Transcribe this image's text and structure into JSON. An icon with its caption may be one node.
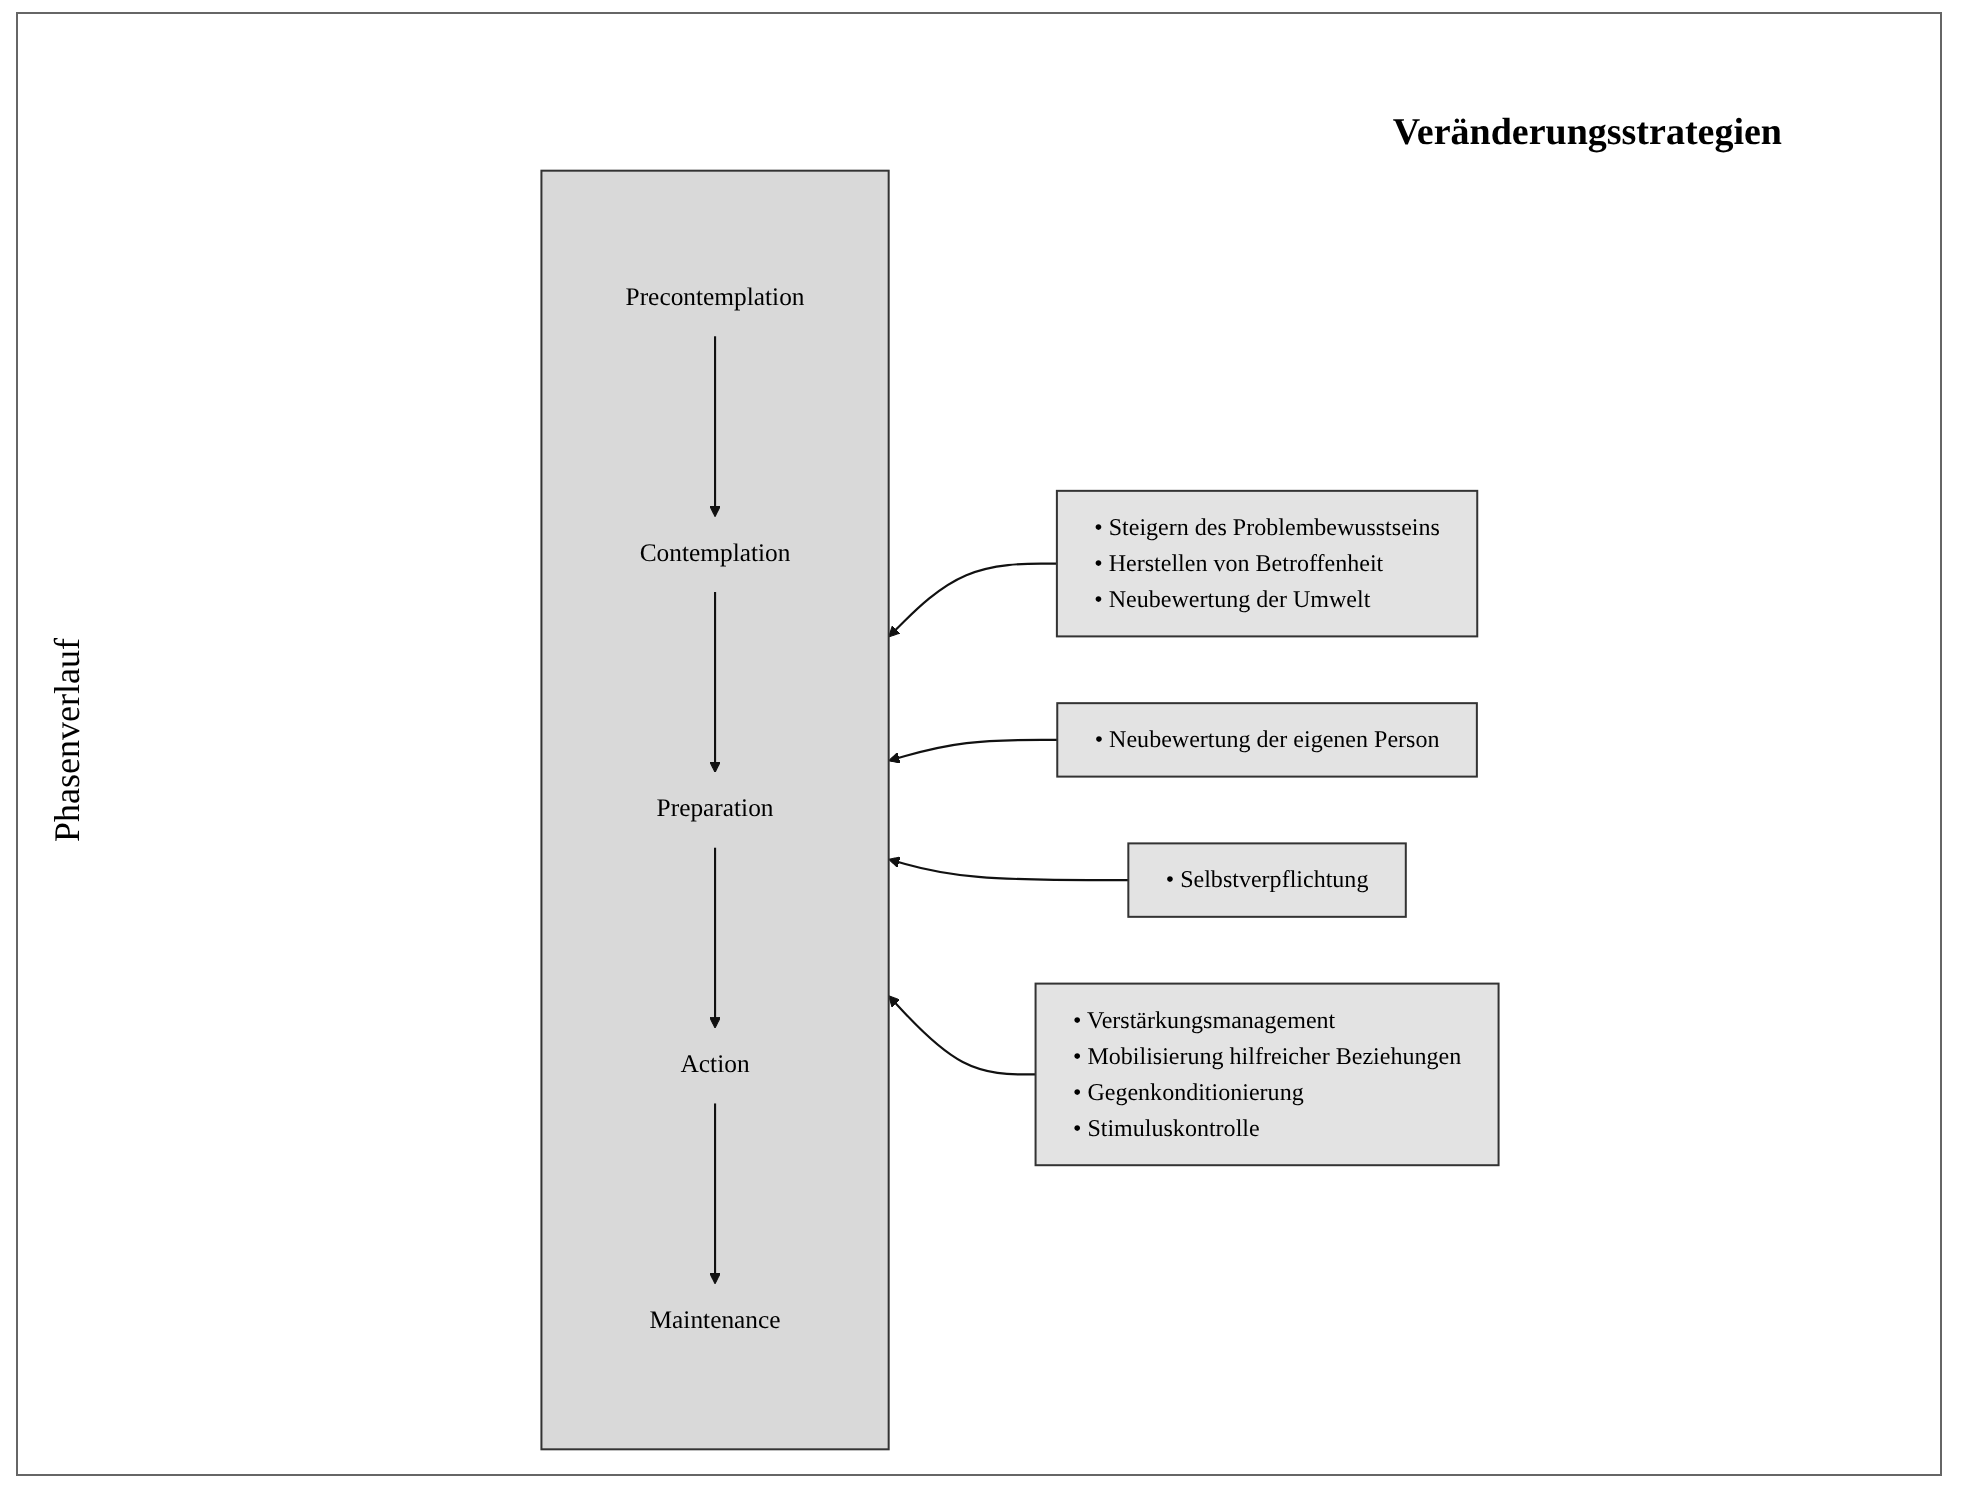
{
  "diagram": {
    "nodes": [
      {
        "text": [],
        "shape": "box"
      },
      {
        "text": [
          "Precontemplation"
        ],
        "in": 0
      },
      {
        "text": [
          "Contemplation"
        ],
        "in": 0
      },
      {
        "text": [
          "Preparation"
        ],
        "in": 0
      },
      {
        "text": [
          "Action"
        ],
        "in": 0
      },
      {
        "text": [
          "Maintenance"
        ],
        "in": 0
      },
      {
        "text": [
          "• Steigern des Problembewusstseins",
          "• Herstellen von Betroffenheit",
          "• Neubewertung der Umwelt"
        ]
      },
      {
        "text": [
          "• Neubewertung der eigenen Person"
        ]
      },
      {
        "text": [
          "• Selbstverpflichtung"
        ]
      },
      {
        "text": [
          "• Verstärkungsmanagement",
          "• Mobilisierung hilfreicher Beziehungen",
          "• Gegenkonditionierung",
          "• Stimuluskontrolle"
        ]
      }
    ],
    "edges": [
      {
        "from": 1,
        "to": 2,
        "arrow": "to"
      },
      {
        "from": 2,
        "to": 3,
        "arrow": "to"
      },
      {
        "from": 3,
        "to": 4,
        "arrow": "to"
      },
      {
        "from": 4,
        "to": 5,
        "arrow": "to"
      },
      {
        "from": 6,
        "to": 0,
        "arrow": "to"
      },
      {
        "from": 7,
        "to": 0,
        "arrow": "to"
      },
      {
        "from": 8,
        "to": 0,
        "arrow": "to"
      },
      {
        "from": 9,
        "to": 0,
        "arrow": "to"
      }
    ],
    "labels": [
      "Veränderungsstrategien",
      "Phasenverlauf"
    ]
  }
}
